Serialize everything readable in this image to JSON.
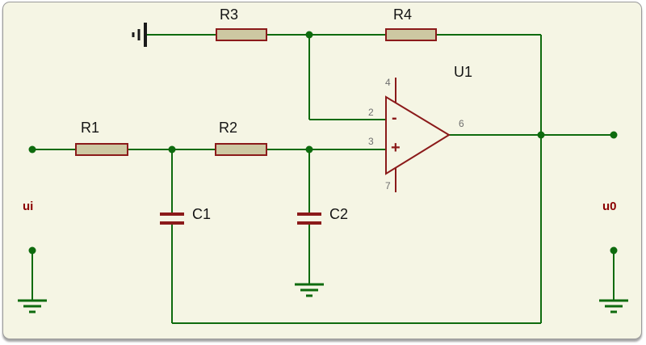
{
  "schematic": {
    "designators": {
      "r1": "R1",
      "r2": "R2",
      "r3": "R3",
      "r4": "R4",
      "c1": "C1",
      "c2": "C2",
      "u1": "U1"
    },
    "net_labels": {
      "input": "ui",
      "output": "u0"
    },
    "opamp_pins": {
      "inverting": "2",
      "noninverting": "3",
      "positive_supply": "4",
      "output": "6",
      "negative_supply": "7"
    },
    "opamp_signs": {
      "inverting": "-",
      "noninverting": "+"
    },
    "colors": {
      "background": "#f5f5e4",
      "wire_green": "#0e6b0e",
      "component_outline_maroon": "#8b1a1a",
      "component_fill_khaki": "#cdc8a2",
      "net_label_maroon": "#8b0000",
      "pin_number_gray": "#6e6e6e",
      "designator_black": "#141414"
    }
  }
}
